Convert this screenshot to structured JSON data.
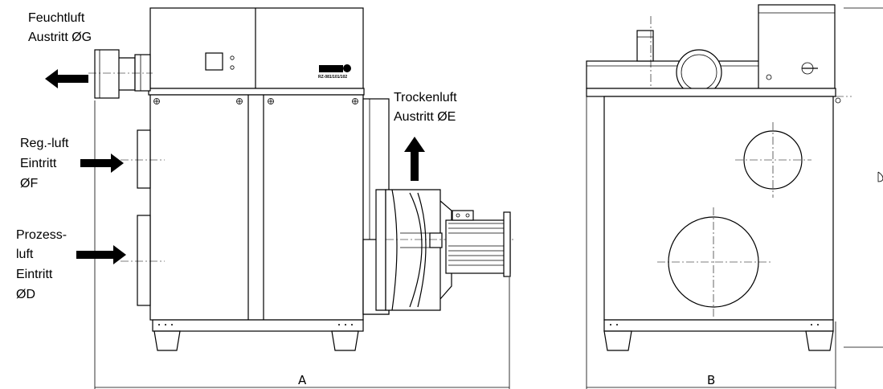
{
  "labels": {
    "moist_exit_1": "Feuchtluft",
    "moist_exit_2": "Austritt ØG",
    "dry_exit_1": "Trockenluft",
    "dry_exit_2": "Austritt  ØE",
    "reg_1": "Reg.-luft",
    "reg_2": "Eintritt",
    "reg_3": "ØF",
    "proc_1": "Prozess-",
    "proc_2": "luft",
    "proc_3": "Eintritt",
    "proc_4": "ØD",
    "dim_a": "A",
    "dim_b": "B",
    "model": "RZ-081/101/102"
  },
  "colors": {
    "ink": "#000000",
    "paper": "#ffffff"
  }
}
